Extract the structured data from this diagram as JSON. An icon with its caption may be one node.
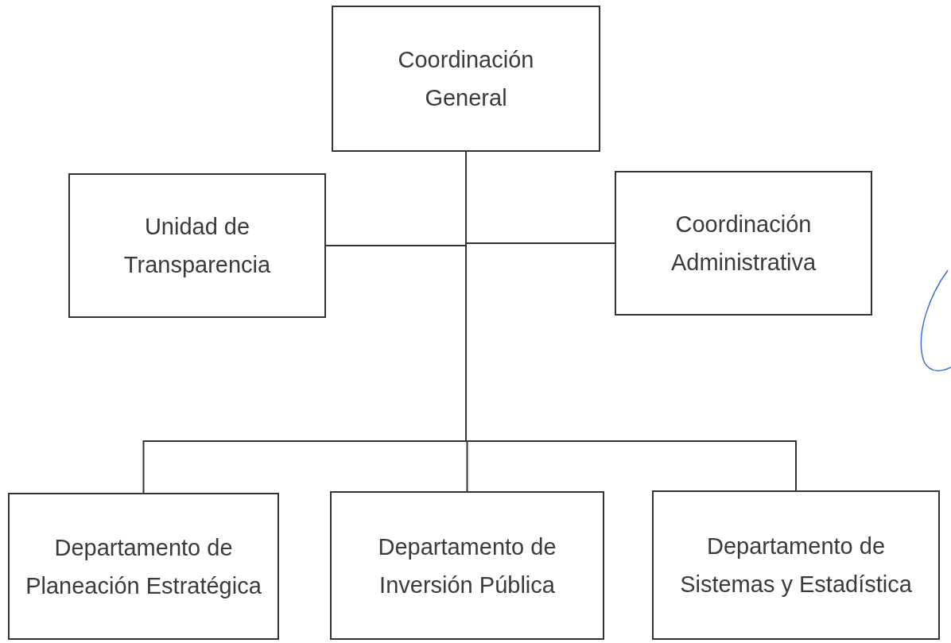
{
  "diagram": {
    "nodes": [
      {
        "text": [
          "Coordinación General"
        ]
      },
      {
        "text": [
          "Unidad de Transparencia"
        ]
      },
      {
        "text": [
          "Coordinación Administrativa"
        ]
      },
      {
        "text": [
          "Departamento de Planeación Estratégica"
        ]
      },
      {
        "text": [
          "Departamento de Inversión Pública"
        ]
      },
      {
        "text": [
          "Departamento de Sistemas y Estadística"
        ]
      }
    ],
    "edges": [
      {
        "from": 0,
        "to": 1,
        "arrow": "none"
      },
      {
        "from": 0,
        "to": 2,
        "arrow": "none"
      },
      {
        "from": 0,
        "to": 3,
        "arrow": "none"
      },
      {
        "from": 0,
        "to": 4,
        "arrow": "none"
      },
      {
        "from": 0,
        "to": 5,
        "arrow": "none"
      }
    ]
  }
}
